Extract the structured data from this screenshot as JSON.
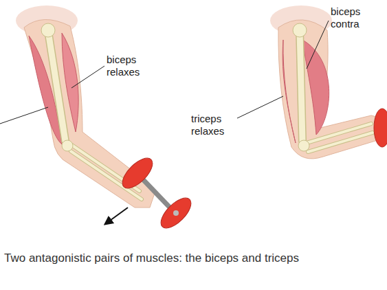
{
  "diagram": {
    "caption": "Two antagonistic pairs of muscles: the biceps and triceps",
    "labels": [
      "biceps relaxes",
      "triceps relaxes",
      "biceps contra"
    ]
  }
}
